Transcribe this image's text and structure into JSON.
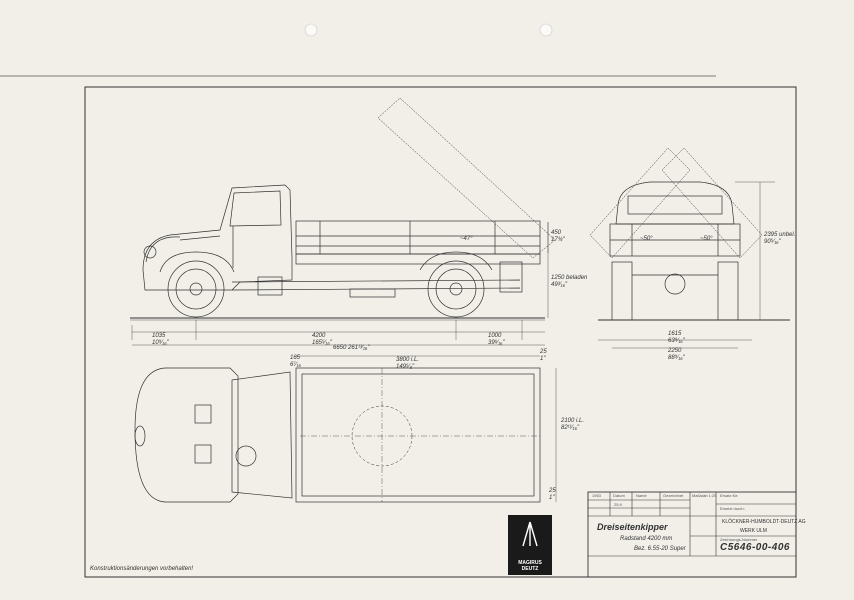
{
  "drawing": {
    "dimensions": {
      "front_overhang": "1035",
      "front_overhang_in": "10⁹⁄₁₆\"",
      "wheelbase": "4200",
      "wheelbase_in": "165⁵⁄₁₆\"",
      "rear_overhang": "1000",
      "rear_overhang_in": "39⁶⁄₁₆\"",
      "overall_length": "6650",
      "overall_length_in": "261¹³⁄₁₆\"",
      "cab_gap": "165",
      "cab_gap_in": "6⁷⁄₁₆",
      "body_length": "3800 i.L.",
      "body_length_in": "149⁵⁄₈\"",
      "small_top_right": "25",
      "small_top_right_in": "1\"",
      "body_width": "2100 i.L.",
      "body_width_in": "82¹¹⁄₁₆\"",
      "small_bottom_right": "25",
      "small_bottom_right_in": "1\"",
      "side_height": "450",
      "side_height_in": "17¾\"",
      "loading_height": "1250 beladen",
      "loading_height_in": "49³⁄₁₆\"",
      "overall_height": "2395 unbel.",
      "overall_height_in": "90⁵⁄₁₆\"",
      "track": "1615",
      "track_in": "63⁹⁄₁₆\"",
      "overall_width": "2250",
      "overall_width_in": "88⁹⁄₁₆\"",
      "tilt_angle_side": "~47°",
      "tilt_angle_left": "~50°",
      "tilt_angle_right": "~50°"
    },
    "note": "Konstruktionsänderungen vorbehalten!",
    "logo": {
      "line1": "MAGIRUS",
      "line2": "DEUTZ"
    },
    "title_block": {
      "title": "Dreiseitenkipper",
      "radstand": "Radstand 4200 mm",
      "bezeichnung": "Bez. 6.55-20   Super",
      "company": "KLÖCKNER-HUMBOLDT-DEUTZ AG",
      "werk": "WERK ULM",
      "drawing_number": "C5646-00-406",
      "year": "1953",
      "header_datum": "Datum",
      "header_name": "Name",
      "header_zeichner": "Gezeichnet",
      "date_value": "25.9",
      "maßstab": "Maßstab 1:25",
      "ersatz_fuer": "Ersatz für:",
      "ersetzt_durch": "Ersetzt durch:",
      "zeichnungs_nr": "Zeichnungs-Nummer"
    }
  }
}
